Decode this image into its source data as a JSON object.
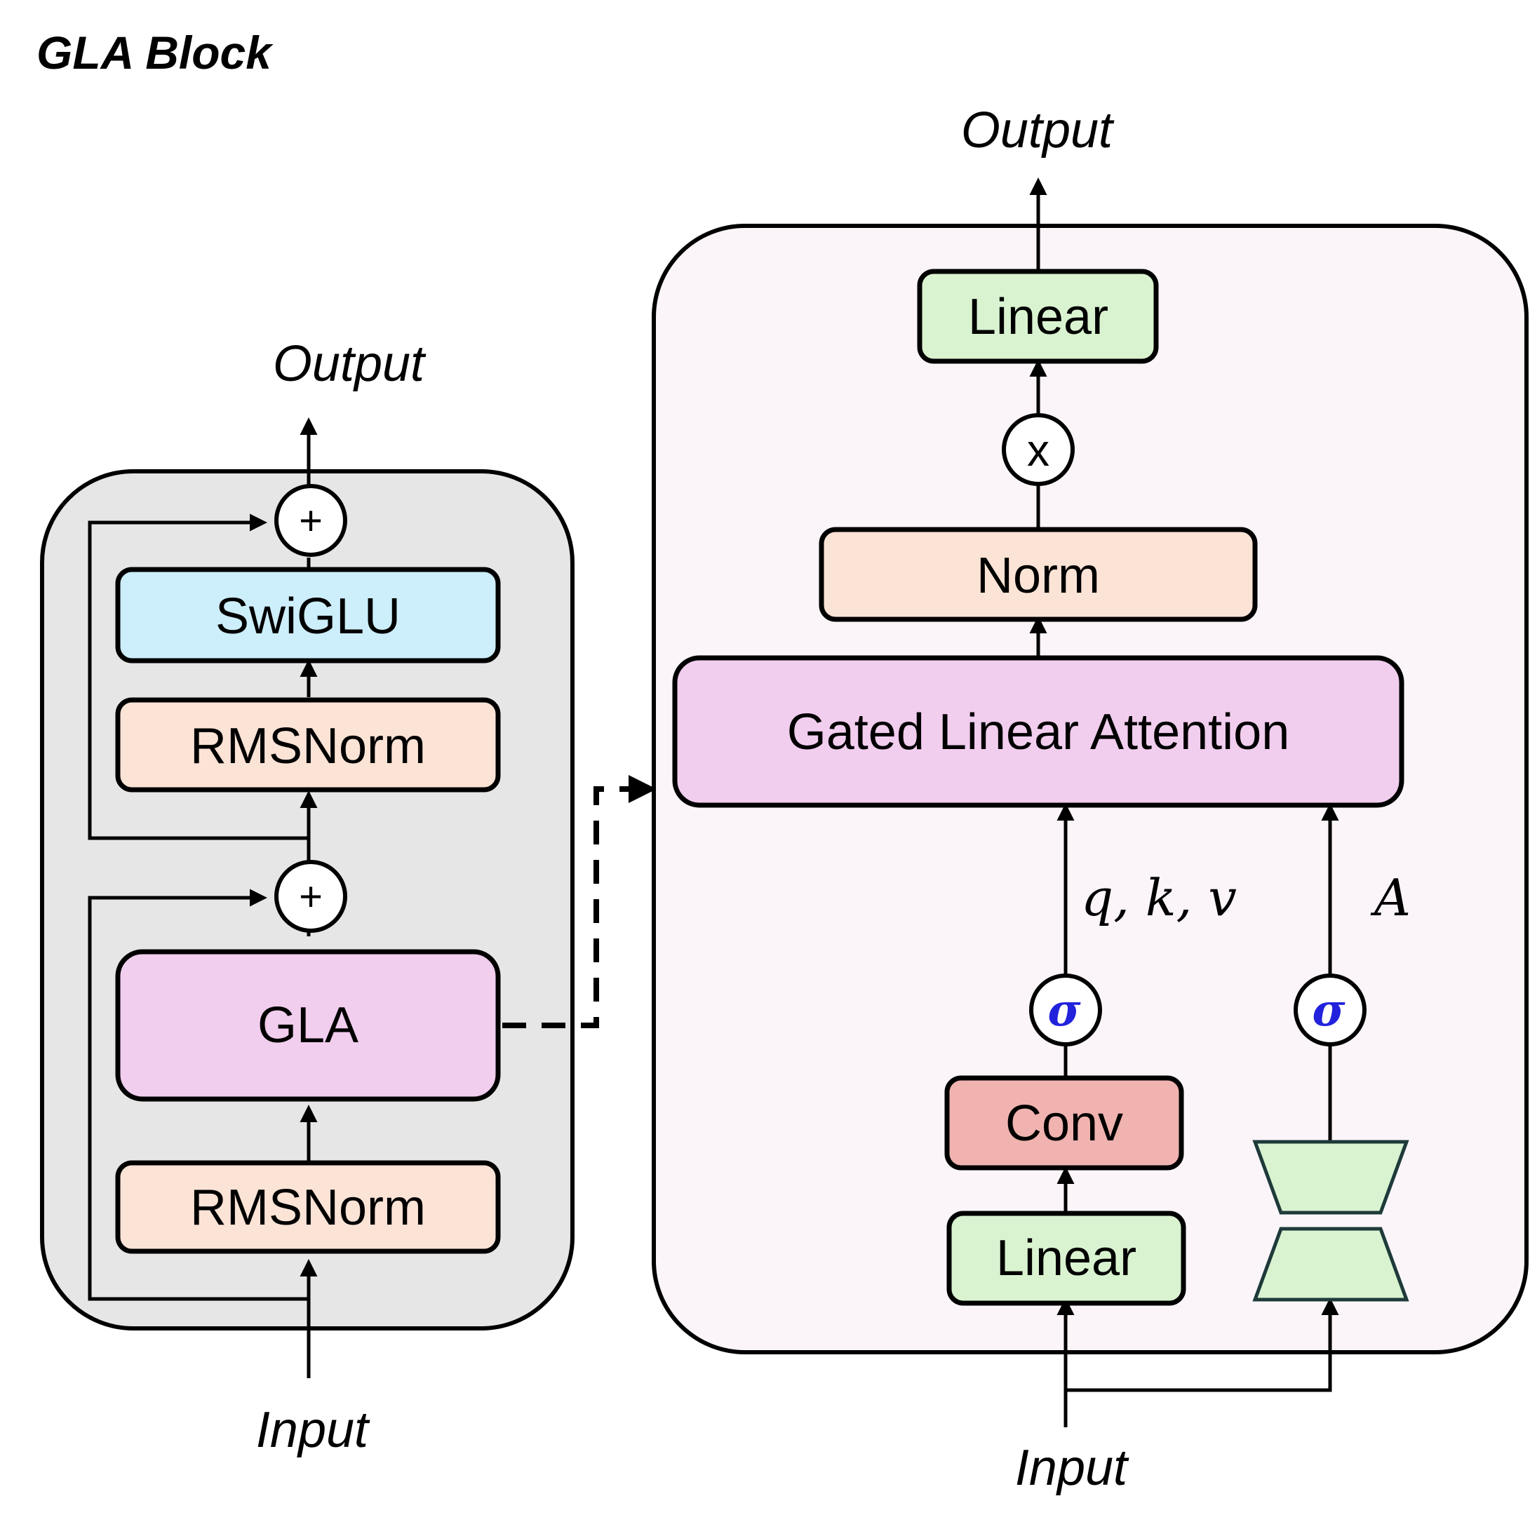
{
  "title": "GLA Block",
  "left": {
    "output_label": "Output",
    "input_label": "Input",
    "swiglu_label": "SwiGLU",
    "rmsnorm_top_label": "RMSNorm",
    "gla_label": "GLA",
    "rmsnorm_bottom_label": "RMSNorm",
    "add_symbol": "+"
  },
  "right": {
    "output_label": "Output",
    "input_label": "Input",
    "linear_top_label": "Linear",
    "multiply_symbol": "x",
    "norm_label": "Norm",
    "gla_full_label": "Gated Linear Attention",
    "qkv_label": "q, k, v",
    "a_label": "A",
    "sigma_symbol": "σ",
    "conv_label": "Conv",
    "linear_bottom_label": "Linear"
  },
  "colors": {
    "left_panel_bg": "#e6e6e6",
    "right_panel_bg": "#fbf5f9",
    "swiglu": "#cdeefb",
    "rmsnorm": "#fbe3d6",
    "gla": "#f1cdee",
    "norm": "#fbe3d6",
    "linear": "#d9f3d0",
    "conv": "#f0b3b0",
    "sigma_text": "#2222dd",
    "stroke": "#000000"
  }
}
